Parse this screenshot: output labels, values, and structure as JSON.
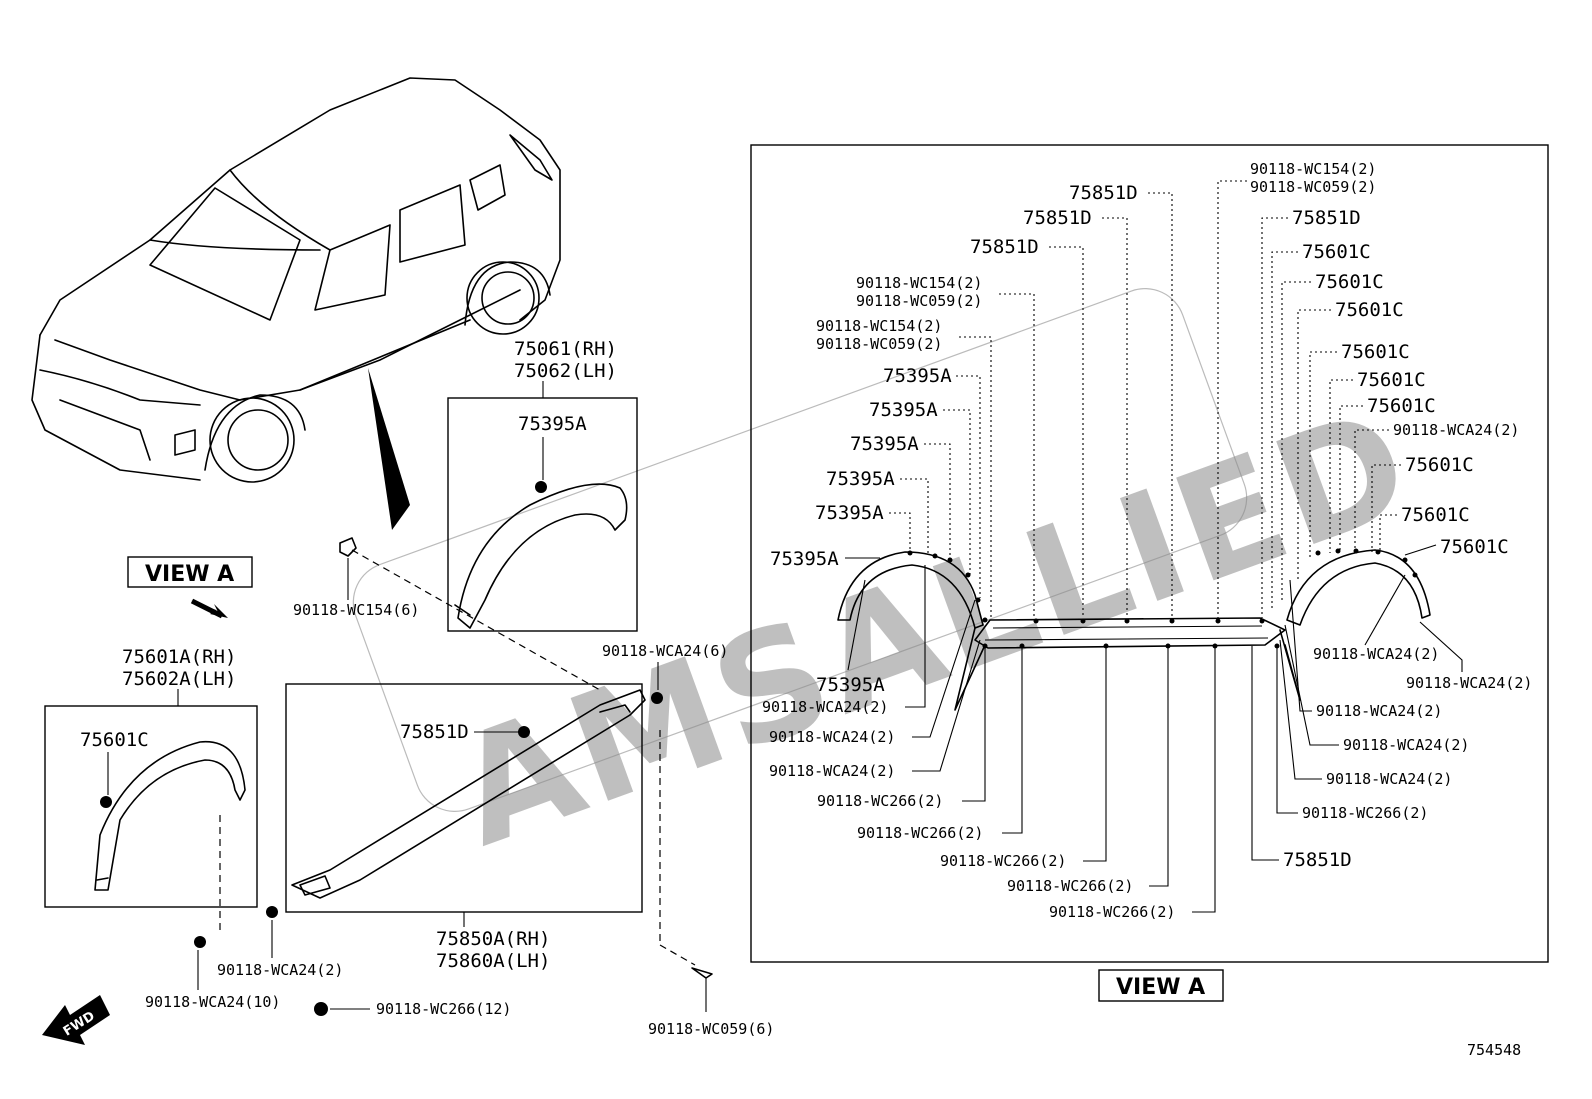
{
  "watermark": "AMSALLIED",
  "view_a_label": "VIEW A",
  "fwd_label": "FWD",
  "figure_number": "754548",
  "callouts": {
    "p75061_rh": "75061(RH)",
    "p75062_lh": "75062(LH)",
    "p75395a_left": "75395A",
    "wc154_6": "90118-WC154(6)",
    "wca24_6": "90118-WCA24(6)",
    "p75601a_rh": "75601A(RH)",
    "p75602a_lh": "75602A(LH)",
    "p75601c_left": "75601C",
    "p75851d_left": "75851D",
    "p75850a_rh": "75850A(RH)",
    "p75860a_lh": "75860A(LH)",
    "wca24_2_left": "90118-WCA24(2)",
    "wca24_10": "90118-WCA24(10)",
    "wc266_12": "90118-WC266(12)",
    "wc059_6": "90118-WC059(6)"
  },
  "view_a": {
    "top_right_1": "90118-WC154(2)",
    "top_right_2": "90118-WC059(2)",
    "d1": "75851D",
    "d2": "75851D",
    "d3": "75851D",
    "d4": "75851D",
    "wc154_a": "90118-WC154(2)",
    "wc059_a": "90118-WC059(2)",
    "wc154_b": "90118-WC154(2)",
    "wc059_b": "90118-WC059(2)",
    "a1": "75395A",
    "a2": "75395A",
    "a3": "75395A",
    "a4": "75395A",
    "a5": "75395A",
    "a6": "75395A",
    "a7": "75395A",
    "c1": "75601C",
    "c2": "75601C",
    "c3": "75601C",
    "c4": "75601C",
    "c5": "75601C",
    "c6": "75601C",
    "c7": "75601C",
    "c8": "75601C",
    "c9": "75601C",
    "wca24_top": "90118-WCA24(2)",
    "wca24_l1": "90118-WCA24(2)",
    "wca24_l2": "90118-WCA24(2)",
    "wca24_l3": "90118-WCA24(2)",
    "wc266_l1": "90118-WC266(2)",
    "wc266_l2": "90118-WC266(2)",
    "wc266_l3": "90118-WC266(2)",
    "wc266_l4": "90118-WC266(2)",
    "wc266_l5": "90118-WC266(2)",
    "wca24_r1": "90118-WCA24(2)",
    "wca24_r2": "90118-WCA24(2)",
    "wca24_r3": "90118-WCA24(2)",
    "wca24_r4": "90118-WCA24(2)",
    "wca24_r5": "90118-WCA24(2)",
    "wc266_r": "90118-WC266(2)",
    "d_bottom": "75851D"
  }
}
